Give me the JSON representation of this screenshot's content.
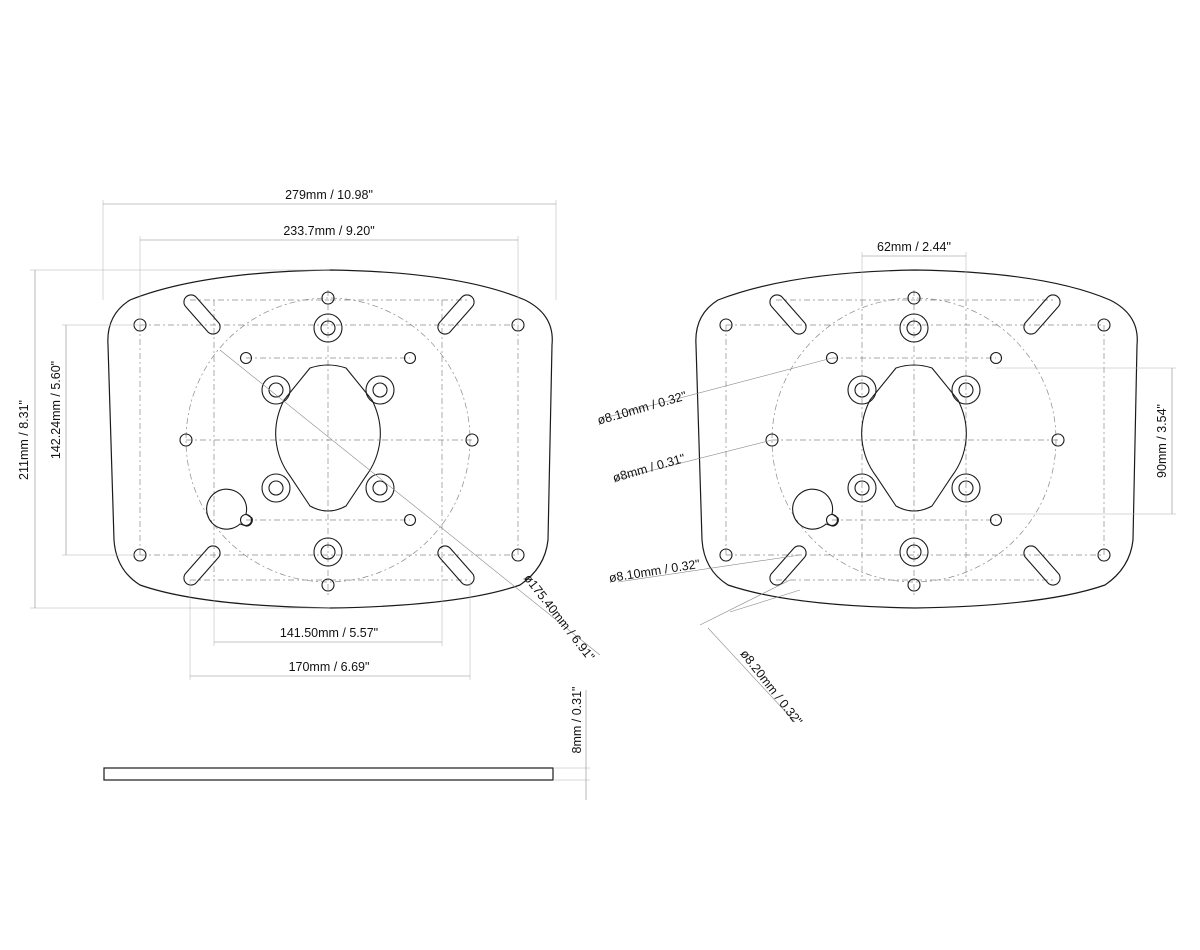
{
  "dimensions": {
    "left_view": {
      "overall_width": "279mm / 10.98\"",
      "inner_width": "233.7mm / 9.20\"",
      "overall_height": "211mm / 8.31\"",
      "inner_height": "142.24mm / 5.60\"",
      "bottom_inner": "141.50mm / 5.57\"",
      "bottom_outer": "170mm / 6.69\"",
      "circle_diameter": "ø175.40mm / 6.91\""
    },
    "right_view": {
      "top_spacing": "62mm / 2.44\"",
      "hole_a": "ø8.10mm / 0.32\"",
      "hole_b": "ø8mm / 0.31\"",
      "hole_c": "ø8.10mm / 0.32\"",
      "hole_d": "ø8.20mm / 0.32\"",
      "vertical_spacing": "90mm / 3.54\""
    },
    "side_view": {
      "thickness": "8mm / 0.31\""
    }
  }
}
